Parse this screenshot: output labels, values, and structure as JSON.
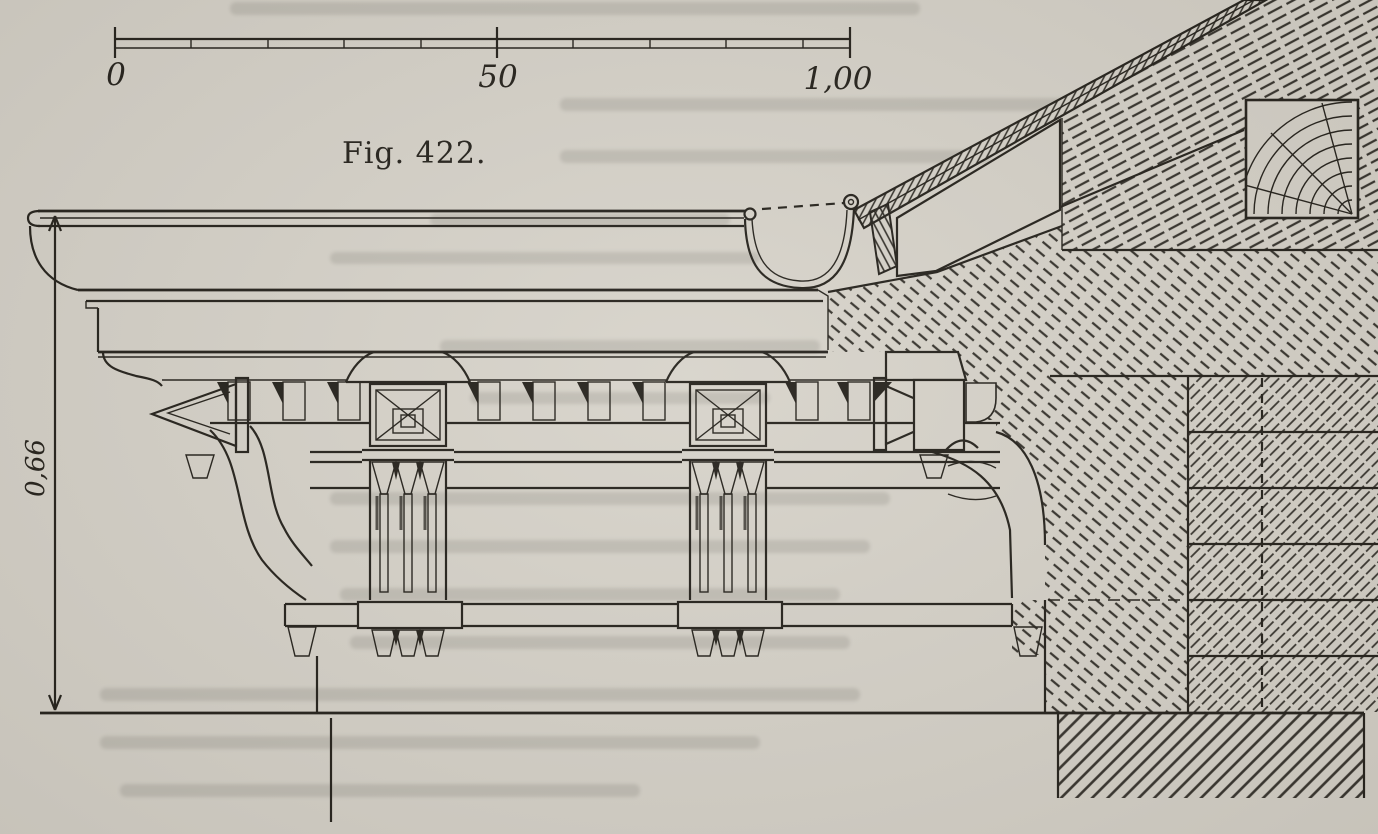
{
  "figure": {
    "label": "Fig. 422."
  },
  "scale_bar": {
    "start": "0",
    "middle": "50",
    "end": "1,00"
  },
  "dimensions": {
    "cornice_height": "0,66"
  },
  "palette": {
    "paper": "#d7d3ca",
    "ink": "#24211b"
  }
}
